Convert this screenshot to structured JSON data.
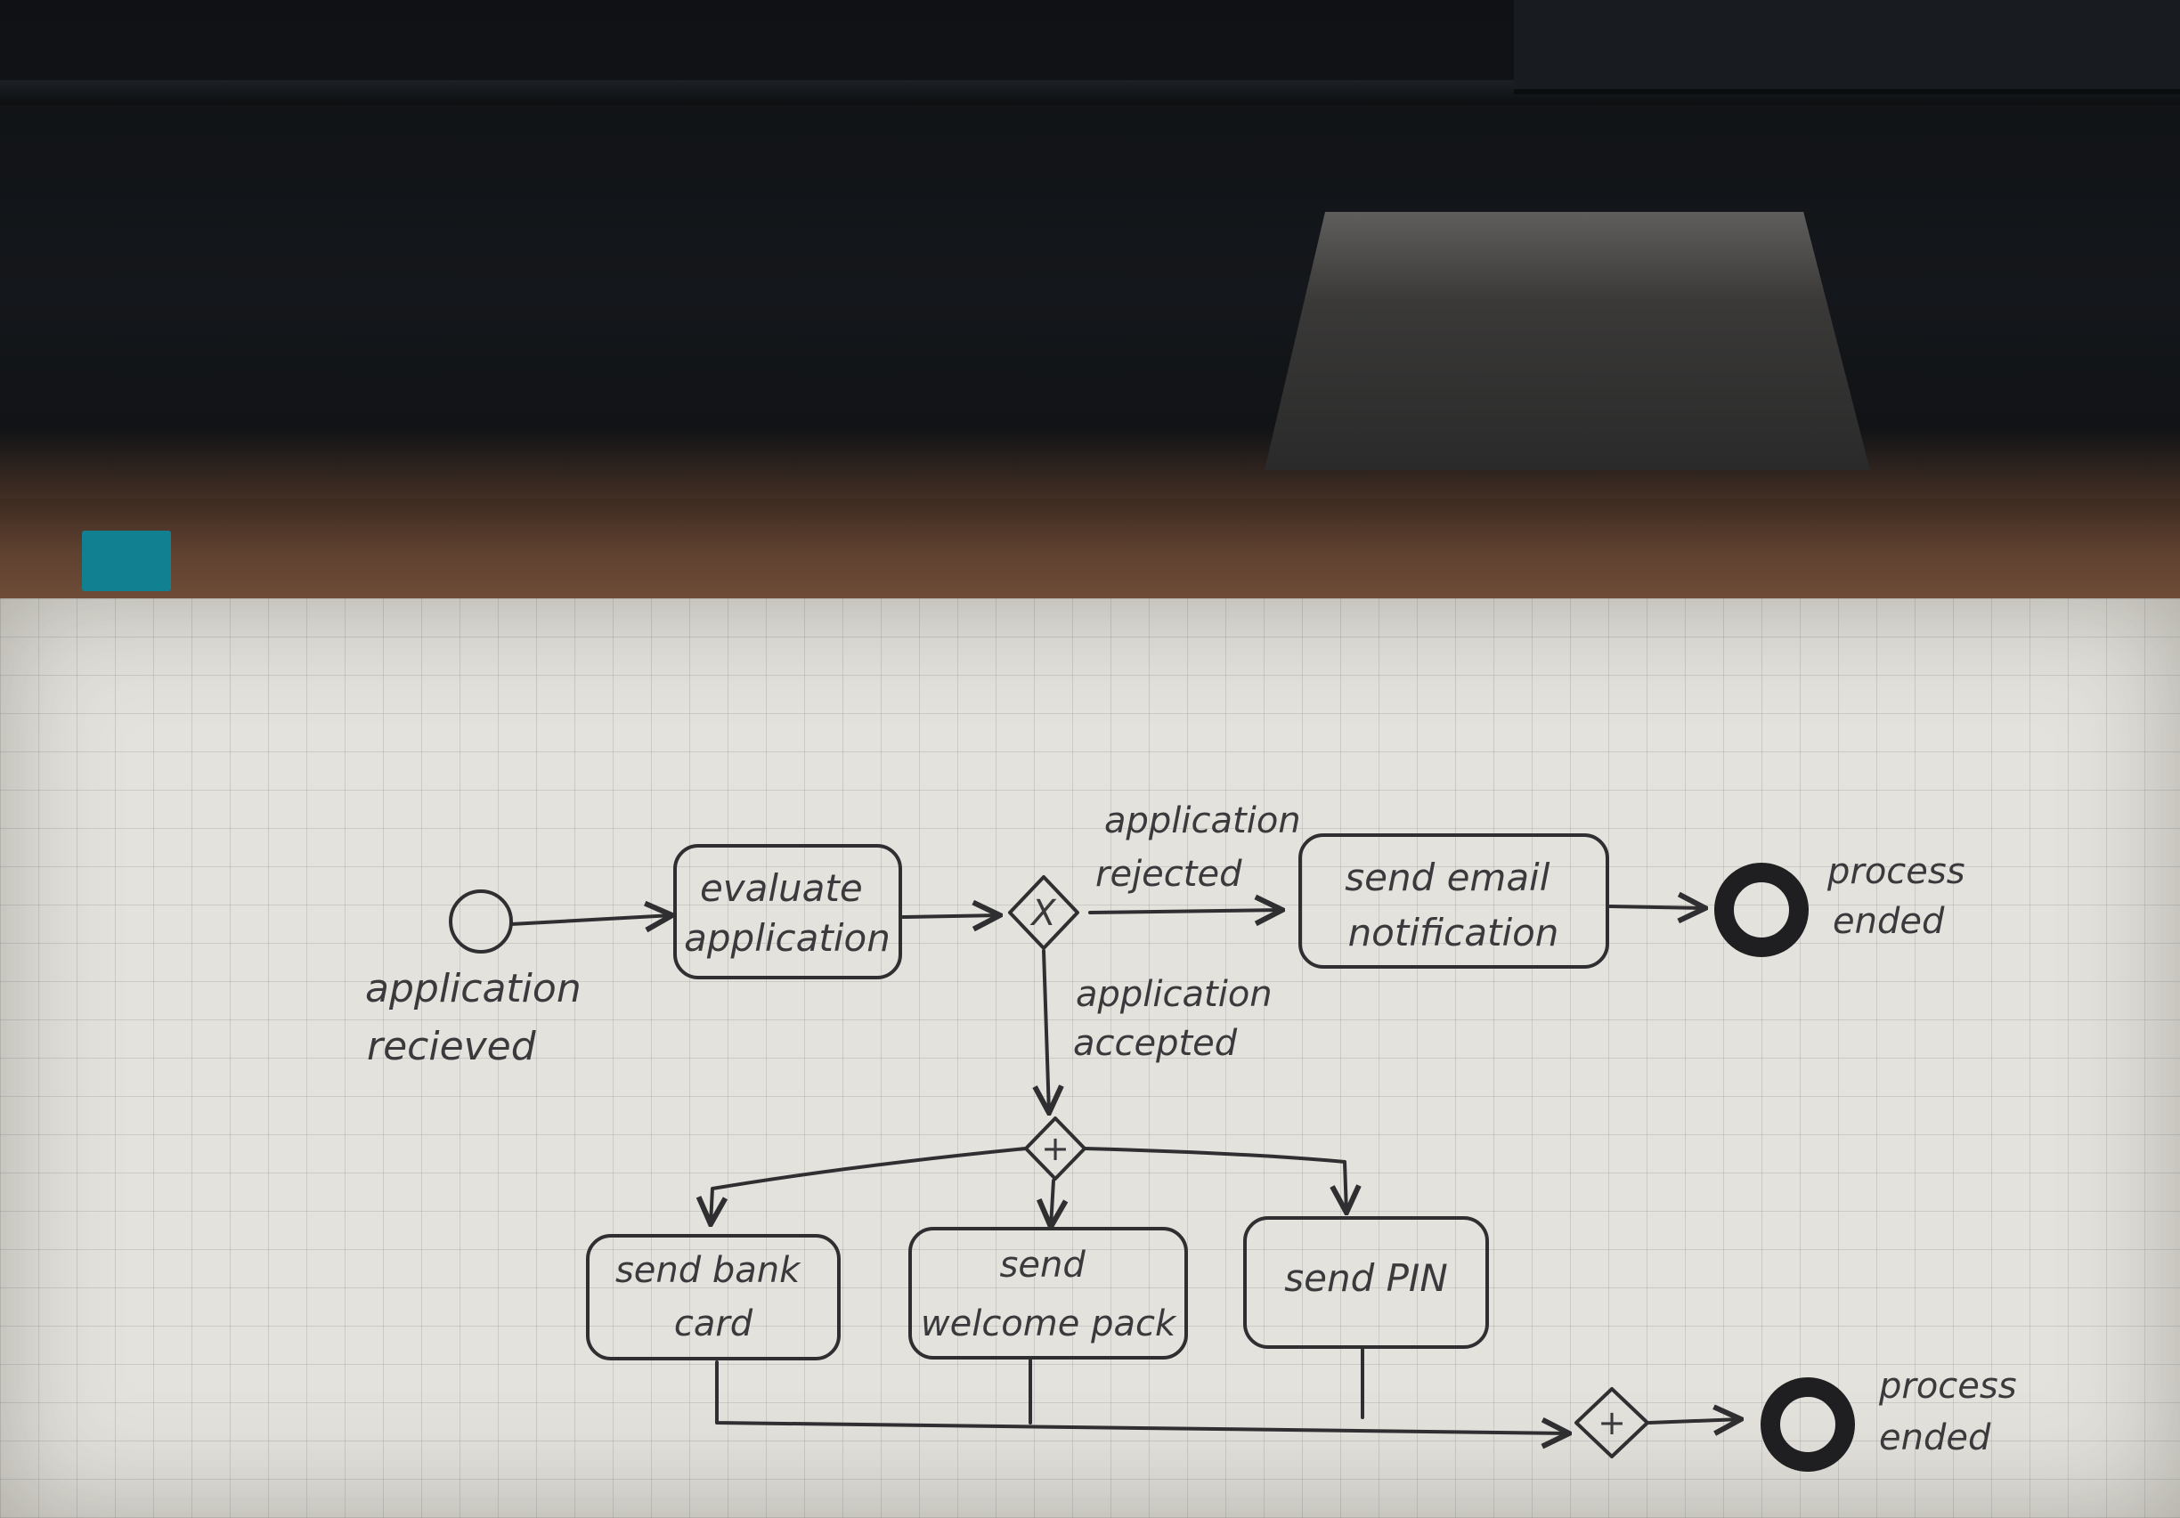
{
  "diagram": {
    "start_event": {
      "label_lines": [
        "application",
        "recieved"
      ]
    },
    "tasks": {
      "evaluate": {
        "label_lines": [
          "evaluate",
          "application"
        ]
      },
      "send_email": {
        "label_lines": [
          "send email",
          "notification"
        ]
      },
      "send_bank_card": {
        "label_lines": [
          "send bank",
          "card"
        ]
      },
      "send_welcome_pack": {
        "label_lines": [
          "send",
          "welcome pack"
        ]
      },
      "send_pin": {
        "label_lines": [
          "send PIN"
        ]
      }
    },
    "gateways": {
      "decision": {
        "symbol": "X"
      },
      "split": {
        "symbol": "+"
      },
      "join": {
        "symbol": "+"
      }
    },
    "flow_labels": {
      "rejected": {
        "label_lines": [
          "application",
          "rejected"
        ]
      },
      "accepted": {
        "label_lines": [
          "application",
          "accepted"
        ]
      }
    },
    "end_events": {
      "rejected_end": {
        "label_lines": [
          "process",
          "ended"
        ]
      },
      "accepted_end": {
        "label_lines": [
          "process",
          "ended"
        ]
      }
    }
  },
  "colors": {
    "ink": "#2f2f31",
    "paper": "#e4e2dd",
    "sticky_note": "#118091",
    "keyboard": "#14171b"
  }
}
